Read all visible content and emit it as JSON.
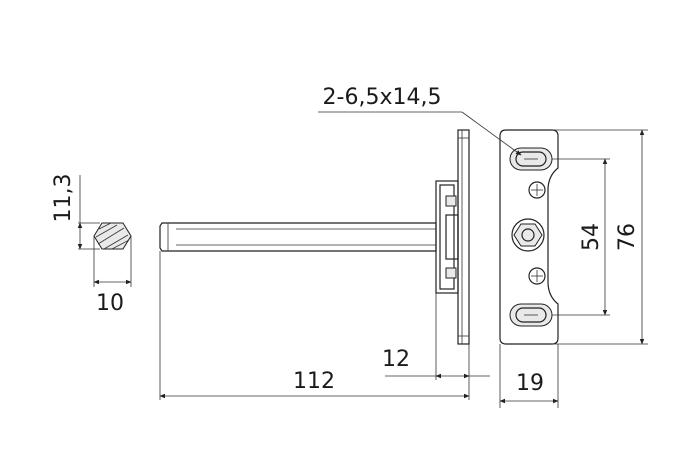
{
  "dimensions": {
    "slot_spec": "2-6,5x14,5",
    "hex_across_corners": "11,3",
    "hex_across_flats": "10",
    "rod_length": "112",
    "flange_thickness": "12",
    "bracket_depth": "19",
    "slot_spacing": "54",
    "bracket_height": "76"
  }
}
